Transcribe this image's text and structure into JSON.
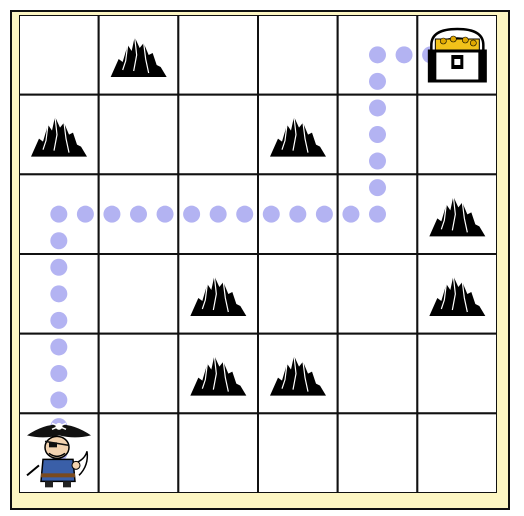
{
  "board": {
    "rows": 6,
    "cols": 6,
    "colors": {
      "frame_bg": "#fdf6c3",
      "cell_bg": "#ffffff",
      "grid_line": "#111111",
      "path_dot": "#b3b3f2",
      "mountain": "#000000"
    },
    "mountains": [
      {
        "row": 0,
        "col": 1
      },
      {
        "row": 1,
        "col": 0
      },
      {
        "row": 1,
        "col": 3
      },
      {
        "row": 2,
        "col": 5
      },
      {
        "row": 3,
        "col": 2
      },
      {
        "row": 3,
        "col": 5
      },
      {
        "row": 4,
        "col": 2
      },
      {
        "row": 4,
        "col": 3
      }
    ],
    "treasure": {
      "row": 0,
      "col": 5,
      "icon": "treasure-chest-icon"
    },
    "pirate": {
      "row": 5,
      "col": 0,
      "icon": "pirate-icon"
    },
    "path": [
      {
        "row": 5,
        "col": 0
      },
      {
        "row": 2,
        "col": 0
      },
      {
        "row": 2,
        "col": 4
      },
      {
        "row": 0,
        "col": 4
      },
      {
        "row": 0,
        "col": 5
      }
    ]
  }
}
